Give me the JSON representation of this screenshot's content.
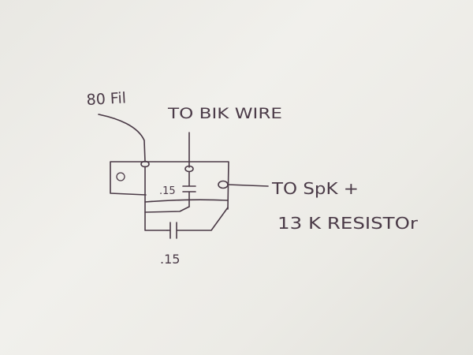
{
  "labels": {
    "wire_80": "80 Fil",
    "blk_wire": "TO BIK WIRE",
    "cap_upper": ".15",
    "to_spk": "TO SpK +",
    "resistor": "13 K RESISTOr",
    "cap_lower": ".15"
  },
  "colors": {
    "ink": "#4a3a46",
    "paper": "#eceae5"
  }
}
